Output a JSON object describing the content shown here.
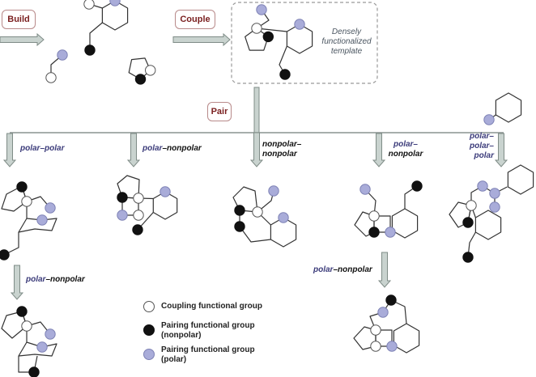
{
  "steps": {
    "build": "Build",
    "couple": "Couple",
    "pair": "Pair"
  },
  "template_note": [
    "Densely",
    "functionalized",
    "template"
  ],
  "pairings": [
    {
      "id": "polar-polar",
      "parts": [
        {
          "text": "polar",
          "type": "polar"
        },
        {
          "text": "–",
          "type": "polar"
        },
        {
          "text": "polar",
          "type": "polar"
        }
      ]
    },
    {
      "id": "polar-nonpolar-1",
      "parts": [
        {
          "text": "polar",
          "type": "polar"
        },
        {
          "text": "–nonpolar",
          "type": "nonpolar"
        }
      ]
    },
    {
      "id": "nonpolar-nonpolar",
      "lines": [
        "nonpolar–",
        "nonpolar"
      ],
      "type": "nonpolar"
    },
    {
      "id": "polar-nonpolar-2",
      "lines": [
        "polar–",
        "nonpolar"
      ],
      "types": [
        "polar",
        "nonpolar"
      ]
    },
    {
      "id": "polar-polar-polar",
      "lines": [
        "polar–",
        "polar–",
        "polar"
      ],
      "type": "polar"
    },
    {
      "id": "polar-nonpolar-3",
      "parts": [
        {
          "text": "polar",
          "type": "polar"
        },
        {
          "text": "–nonpolar",
          "type": "nonpolar"
        }
      ]
    },
    {
      "id": "polar-nonpolar-4",
      "parts": [
        {
          "text": "polar",
          "type": "polar"
        },
        {
          "text": "–nonpolar",
          "type": "nonpolar"
        }
      ]
    }
  ],
  "legend": [
    {
      "symbol": "coupling",
      "label": "Coupling functional group"
    },
    {
      "symbol": "nonpolar",
      "label": "Pairing functional group\n(nonpolar)"
    },
    {
      "symbol": "polar",
      "label": "Pairing functional group\n(polar)"
    }
  ],
  "colors": {
    "coupling_fill": "#ffffff",
    "nonpolar_fill": "#111111",
    "polar_fill": "#a9acd9",
    "arrow_fill": "#c9d3cf",
    "arrow_stroke": "#7f8c87",
    "step_text": "#7a1f1f",
    "polar_text": "#3b3b7a"
  }
}
